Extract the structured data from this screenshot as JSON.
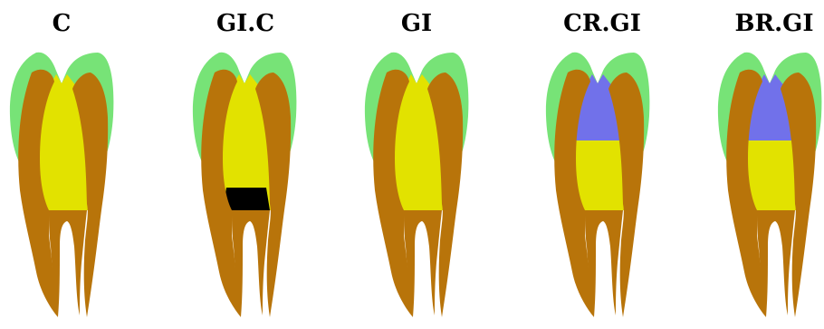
{
  "labels": [
    "C",
    "GI.C",
    "GI",
    "CR.GI",
    "BR.GI"
  ],
  "colors": {
    "enamel": "#77e377",
    "dentin": "#b8740a",
    "pulp": "#e2e200",
    "restoration": "#7171ea",
    "barrier": "#000000",
    "background": "#ffffff"
  }
}
